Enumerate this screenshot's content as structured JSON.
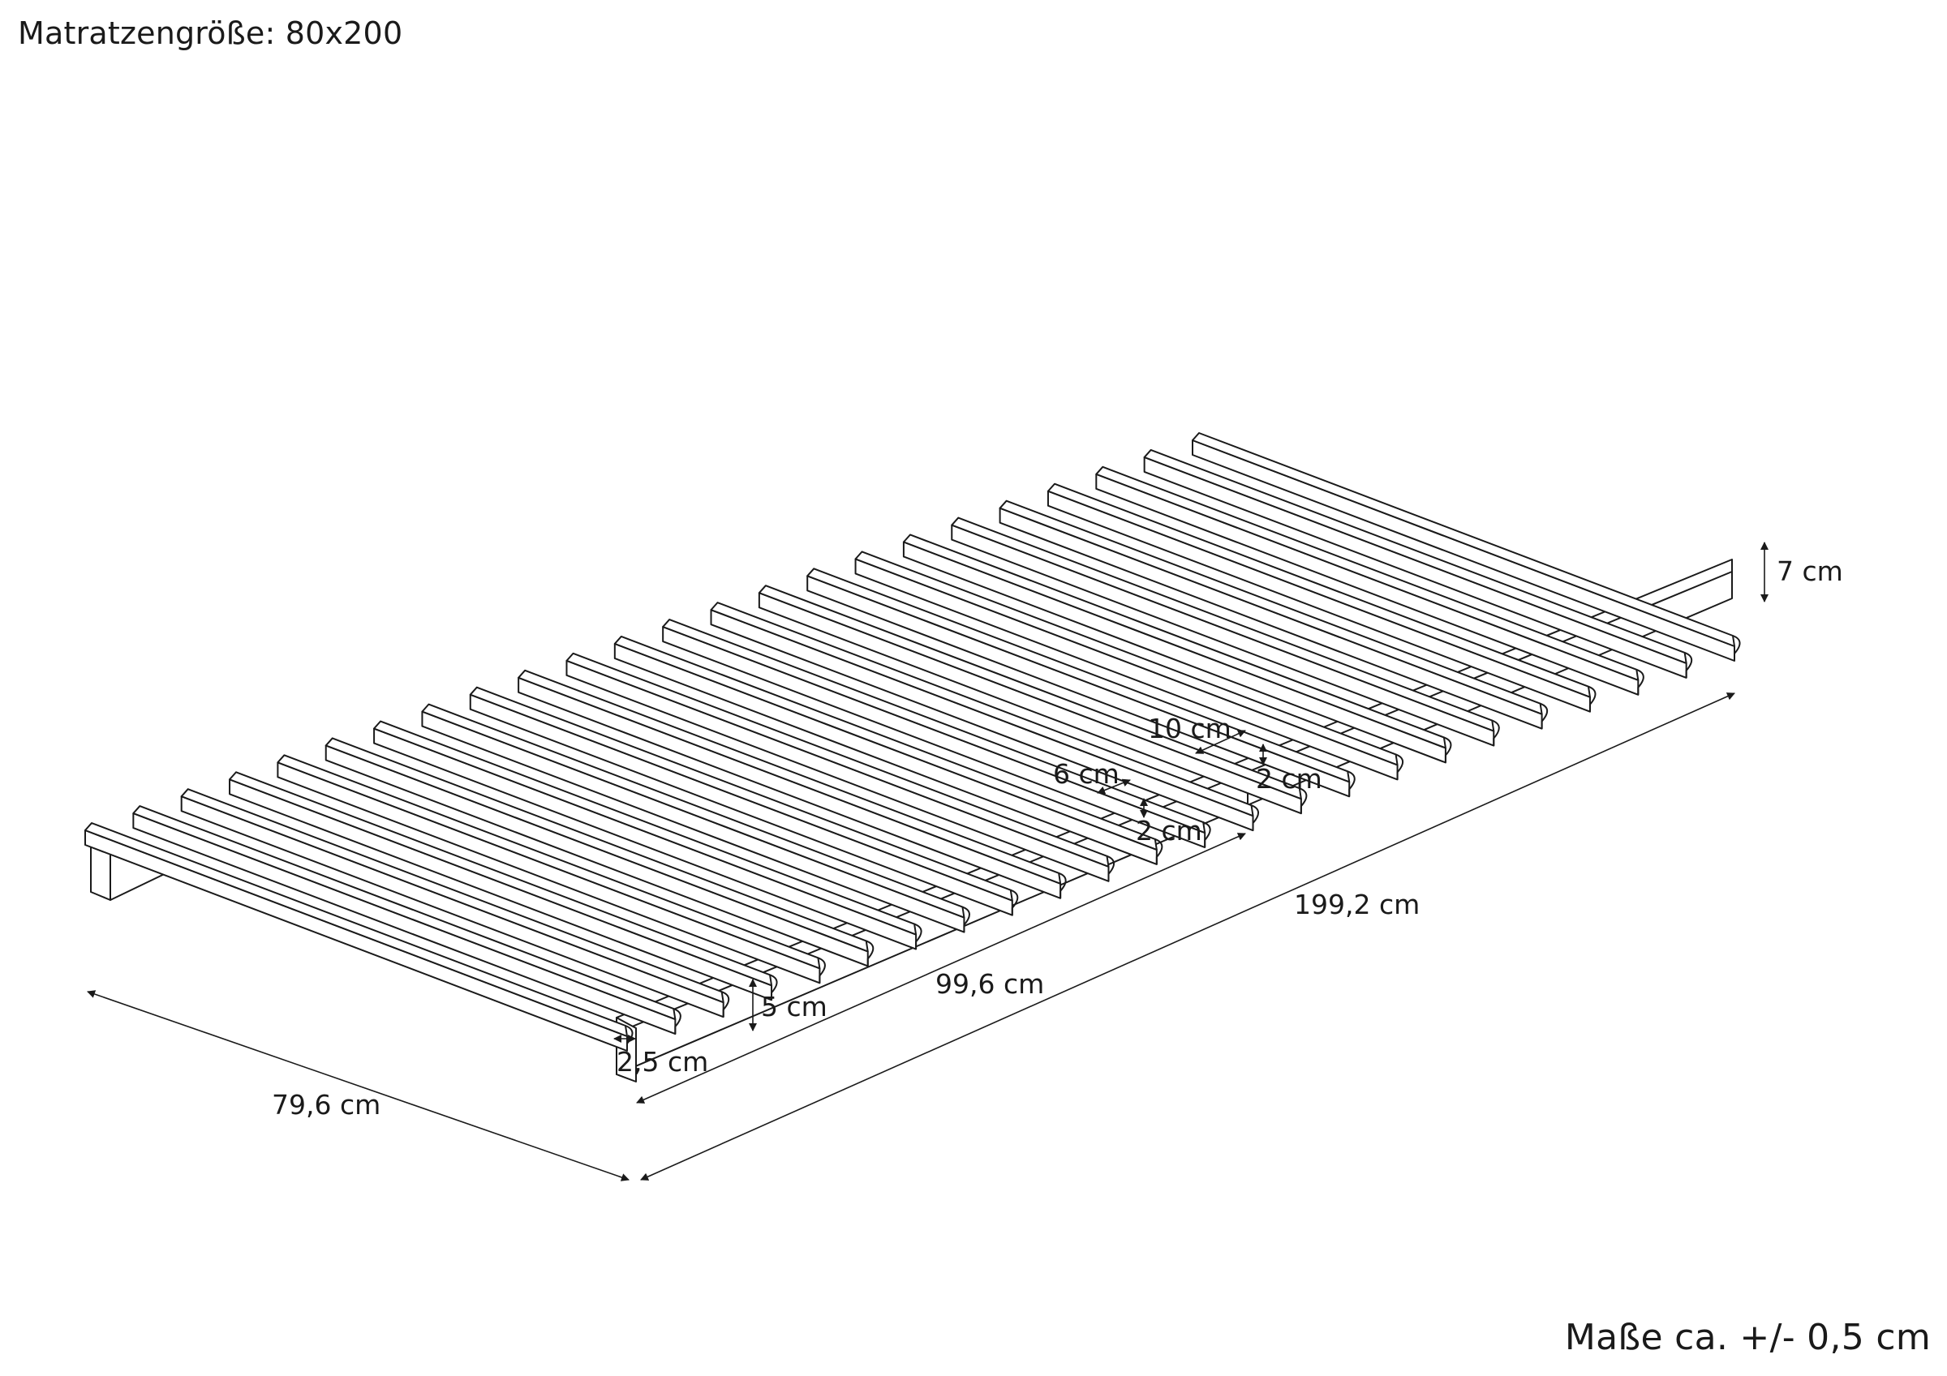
{
  "header": {
    "title": "Matratzengröße: 80x200"
  },
  "footer": {
    "tolerance": "Maße ca. +/- 0,5 cm"
  },
  "colors": {
    "line": "#1a1a1a",
    "slat_fill": "#ffffff",
    "background": "#ffffff"
  },
  "drawing": {
    "slat_count": 24,
    "dimensions": {
      "width": "79,6 cm",
      "total_length": "199,2 cm",
      "half_length": "99,6 cm",
      "total_height": "7 cm",
      "frame_height": "5 cm",
      "frame_thickness": "2,5 cm",
      "slat_width_wide": "10 cm",
      "slat_width_narrow": "6 cm",
      "slat_gap": "2 cm",
      "slat_thickness": "2 cm"
    }
  }
}
